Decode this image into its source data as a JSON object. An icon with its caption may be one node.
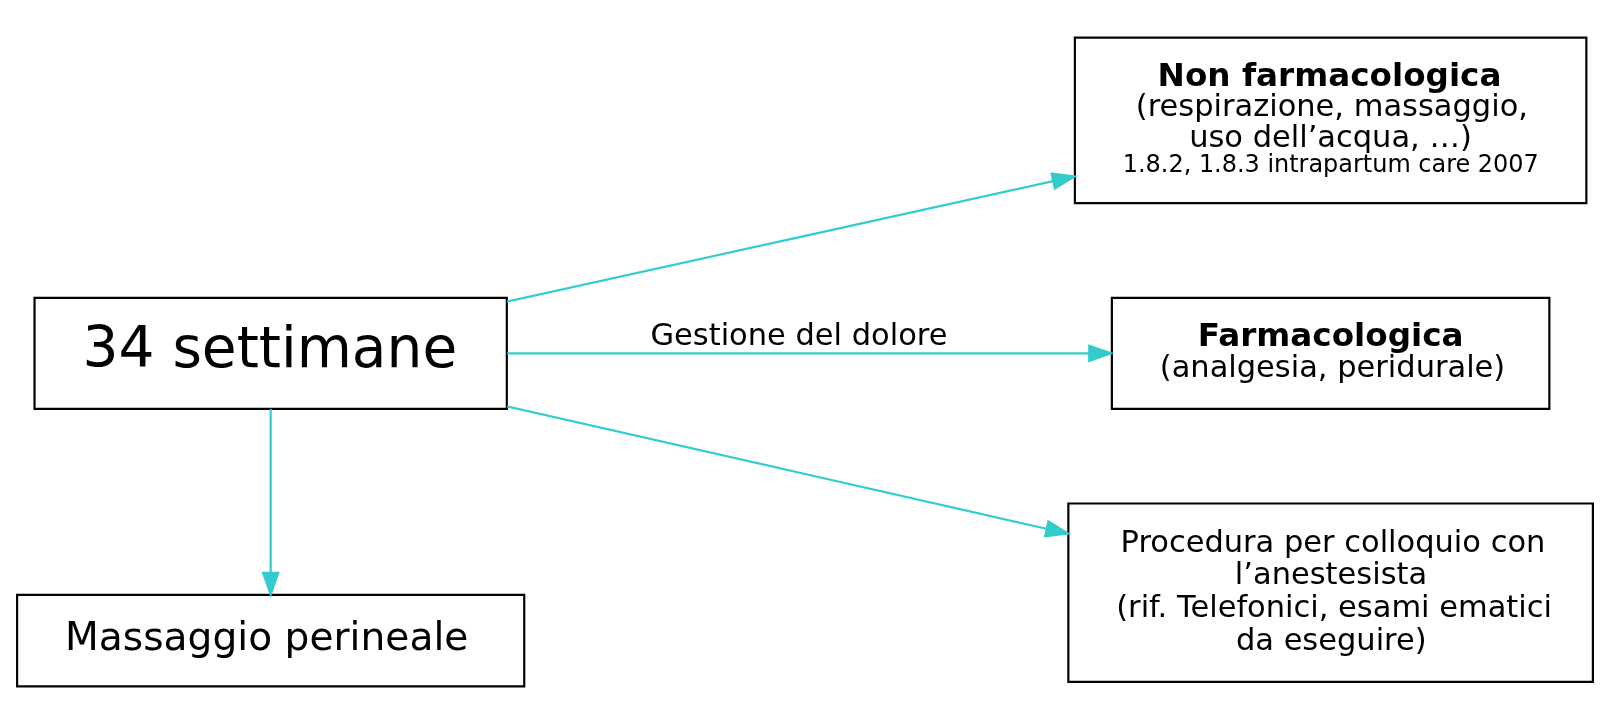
{
  "diagram": {
    "nodes": [
      {
        "text": [
          "34 settimane"
        ]
      },
      {
        "text": [
          "Non farmacologica",
          "(respirazione, massaggio, uso dell’acqua, …)",
          "1.8.2, 1.8.3 intrapartum care 2007"
        ]
      },
      {
        "text": [
          "Farmacologica",
          "(analgesia, peridurale)"
        ]
      },
      {
        "text": [
          "Procedura per colloquio con l’anestesista",
          "(rif. Telefonici, esami ematici da eseguire)"
        ]
      },
      {
        "text": [
          "Massaggio perineale"
        ]
      }
    ],
    "edges": [
      {
        "from": 0,
        "to": 1,
        "arrow": "to"
      },
      {
        "from": 0,
        "to": 2,
        "arrow": "to",
        "label": "Gestione del dolore"
      },
      {
        "from": 0,
        "to": 3,
        "arrow": "to"
      },
      {
        "from": 0,
        "to": 4,
        "arrow": "to"
      }
    ]
  }
}
